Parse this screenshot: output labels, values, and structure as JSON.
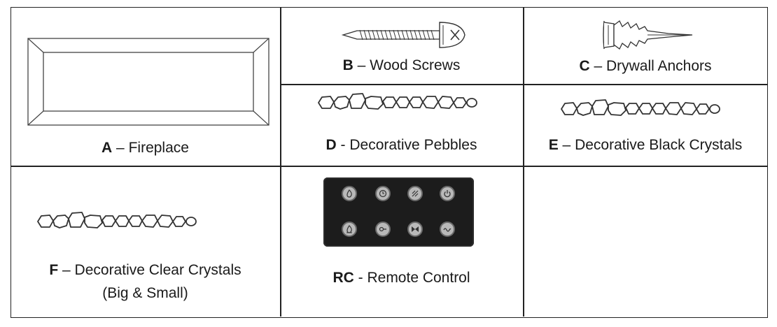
{
  "parts": {
    "a": {
      "code": "A",
      "sep": " – ",
      "name": "Fireplace"
    },
    "b": {
      "code": "B",
      "sep": " – ",
      "name": "Wood Screws"
    },
    "c": {
      "code": "C",
      "sep": " – ",
      "name": "Drywall Anchors"
    },
    "d": {
      "code": "D",
      "sep": " - ",
      "name": "Decorative Pebbles"
    },
    "e": {
      "code": "E",
      "sep": " – ",
      "name": "Decorative Black Crystals"
    },
    "f": {
      "code": "F",
      "sep": " – ",
      "name": "Decorative Clear Crystals",
      "line2": "(Big & Small)"
    },
    "rc": {
      "code": "RC",
      "sep": " - ",
      "name": "Remote Control"
    }
  },
  "remote_buttons": [
    "flame-icon",
    "timer-icon",
    "brightness-icon",
    "power-icon",
    "heat-icon",
    "temperature-icon",
    "color-icon",
    "speed-icon"
  ],
  "colors": {
    "border": "#222222",
    "remote_body": "#1c1c1c",
    "button": "#b9b9b9"
  }
}
